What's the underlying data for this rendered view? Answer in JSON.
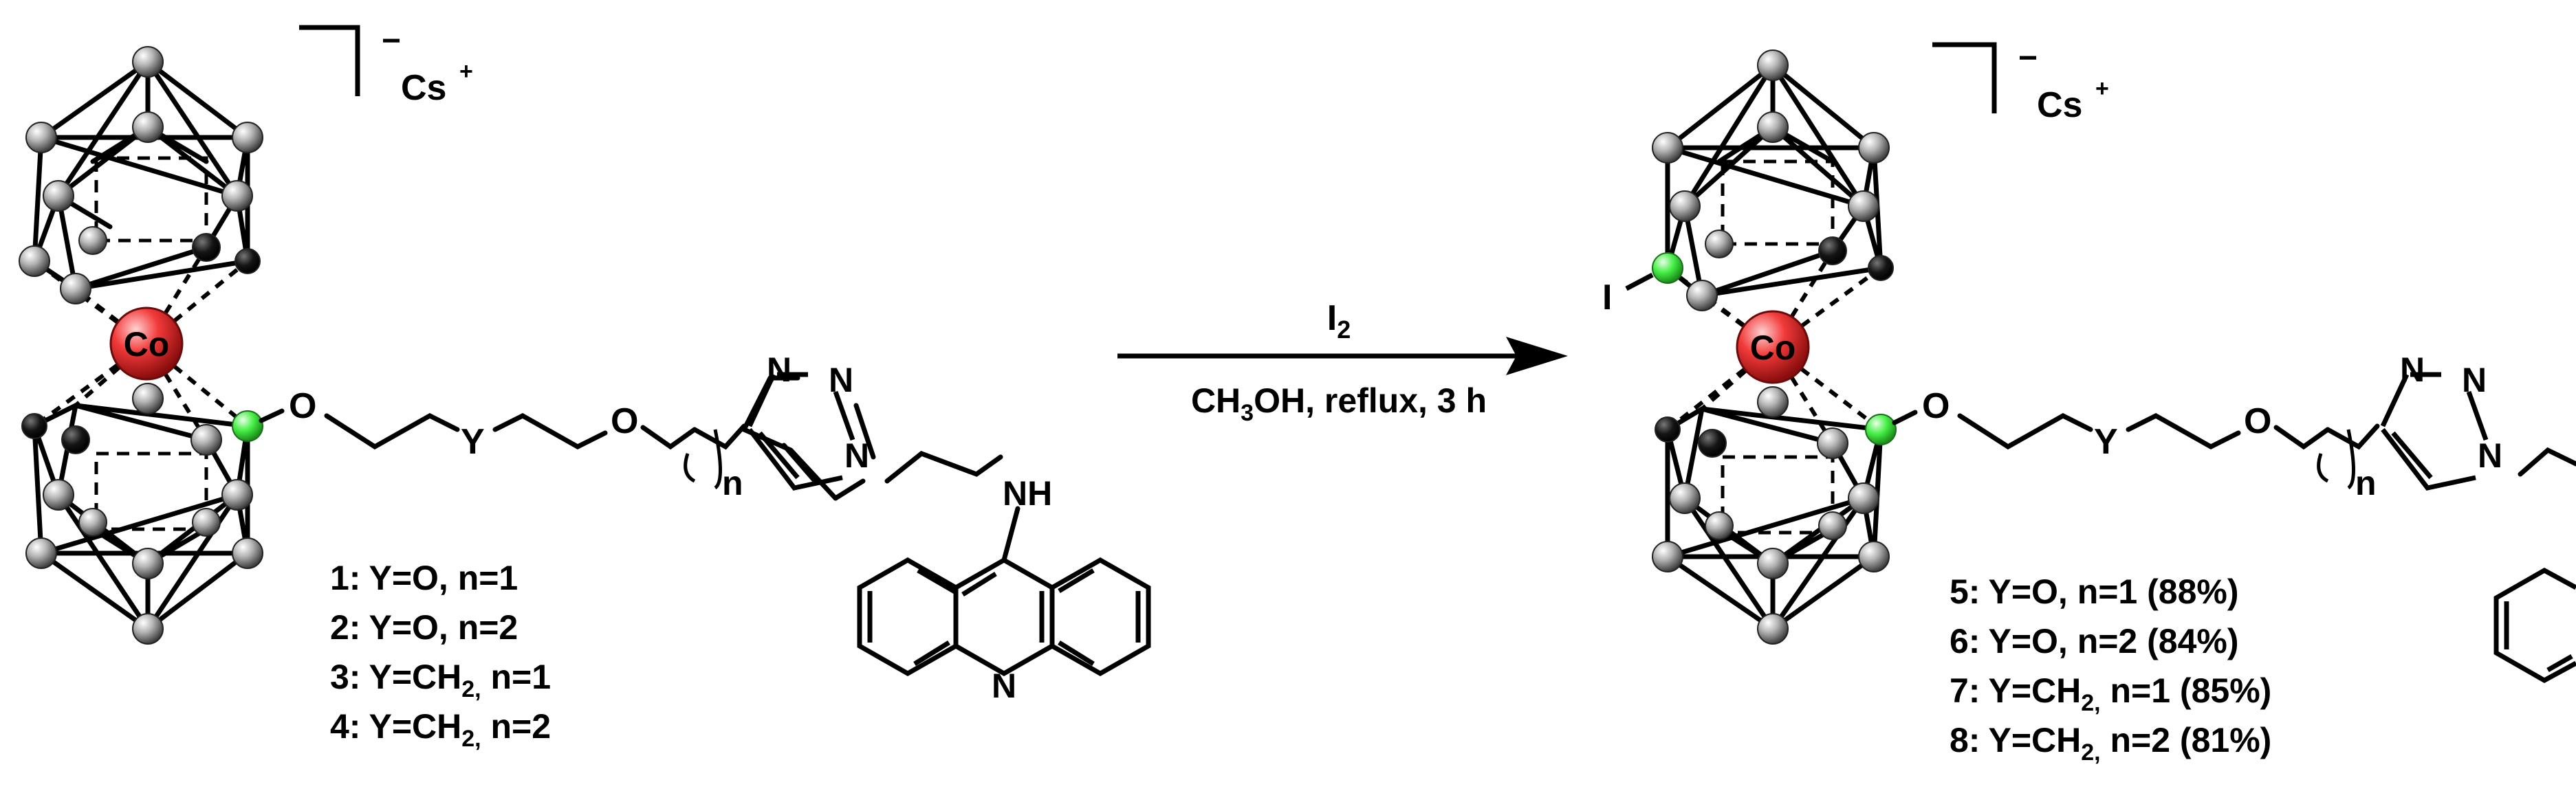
{
  "colors": {
    "background": "#ffffff",
    "bond": "#000000",
    "cobalt": "#e02424",
    "boron": "#8a8a8a",
    "carbon": "#111111",
    "substitution_site": "#39e639"
  },
  "reaction": {
    "reagent": "I",
    "reagent_subscript": "2",
    "conditions_prefix": "CH",
    "conditions_subscript": "3",
    "conditions_suffix": "OH, reflux, 3 h"
  },
  "left": {
    "charge": "−",
    "counterion": "Cs",
    "counterion_charge": "+",
    "metal": "Co",
    "linker_atoms": {
      "o1": "O",
      "y": "Y",
      "o2": "O",
      "n": "n"
    },
    "triazole": {
      "n1": "N",
      "n2": "N",
      "n3": "N"
    },
    "amine": "NH",
    "acridine_n": "N",
    "compounds": [
      {
        "num": "1:",
        "text": "Y=O, n=1"
      },
      {
        "num": "2:",
        "text": "Y=O, n=2"
      },
      {
        "num": "3:",
        "pre": "Y=CH",
        "sub": "2,",
        "post": " n=1"
      },
      {
        "num": "4:",
        "pre": "Y=CH",
        "sub": "2,",
        "post": " n=2"
      }
    ]
  },
  "right": {
    "charge": "−",
    "counterion": "Cs",
    "counterion_charge": "+",
    "metal": "Co",
    "iodine": "I",
    "linker_atoms": {
      "o1": "O",
      "y": "Y",
      "o2": "O",
      "n": "n"
    },
    "triazole": {
      "n1": "N",
      "n2": "N",
      "n3": "N"
    },
    "compounds": [
      {
        "num": "5:",
        "text": "Y=O, n=1 (88%)"
      },
      {
        "num": "6:",
        "text": "Y=O, n=2 (84%)"
      },
      {
        "num": "7:",
        "pre": "Y=CH",
        "sub": "2,",
        "post": " n=1 (85%)"
      },
      {
        "num": "8:",
        "pre": "Y=CH",
        "sub": "2,",
        "post": " n=2 (81%)"
      }
    ]
  }
}
